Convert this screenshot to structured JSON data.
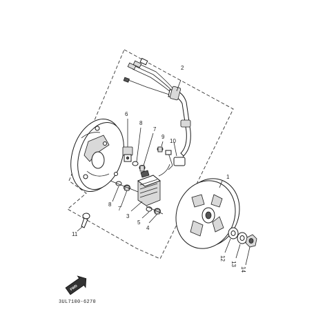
{
  "callouts": {
    "c1": "1",
    "c2": "2",
    "c3": "3",
    "c4": "4",
    "c5": "5",
    "c6": "6",
    "c7a": "7",
    "c7b": "7",
    "c8a": "8",
    "c8b": "8",
    "c9": "9",
    "c10": "10",
    "c11": "11",
    "c12": "12",
    "c13": "13",
    "c14": "14"
  },
  "forward_badge": "FWD",
  "diagram_code": "3UL7100-6270"
}
